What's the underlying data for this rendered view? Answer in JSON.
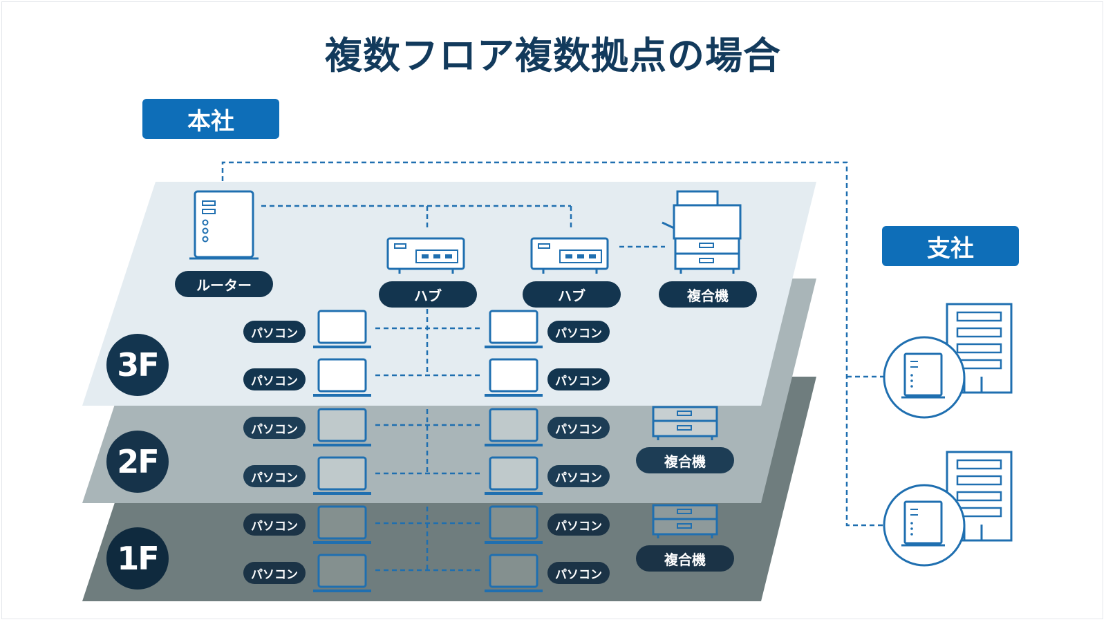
{
  "title": "複数フロア複数拠点の場合",
  "headquarters": {
    "label": "本社"
  },
  "branch": {
    "label": "支社"
  },
  "floors": [
    {
      "label": "3F"
    },
    {
      "label": "2F"
    },
    {
      "label": "1F"
    }
  ],
  "devices": {
    "router": "ルーター",
    "hub_1": "ハブ",
    "hub_2": "ハブ",
    "mfp_3f": "複合機",
    "mfp_2f": "複合機",
    "mfp_1f": "複合機",
    "pc": "パソコン"
  },
  "icons": [
    "router-icon",
    "hub-icon",
    "printer-icon",
    "laptop-icon",
    "office-building-icon",
    "server-icon"
  ],
  "colors": {
    "accent": "#0e6eb8",
    "title": "#123a5c",
    "floor3": "#e4ecf1",
    "floor2": "#a9b5b8",
    "floor1": "#6f7d7e",
    "pill": "#13354f"
  }
}
